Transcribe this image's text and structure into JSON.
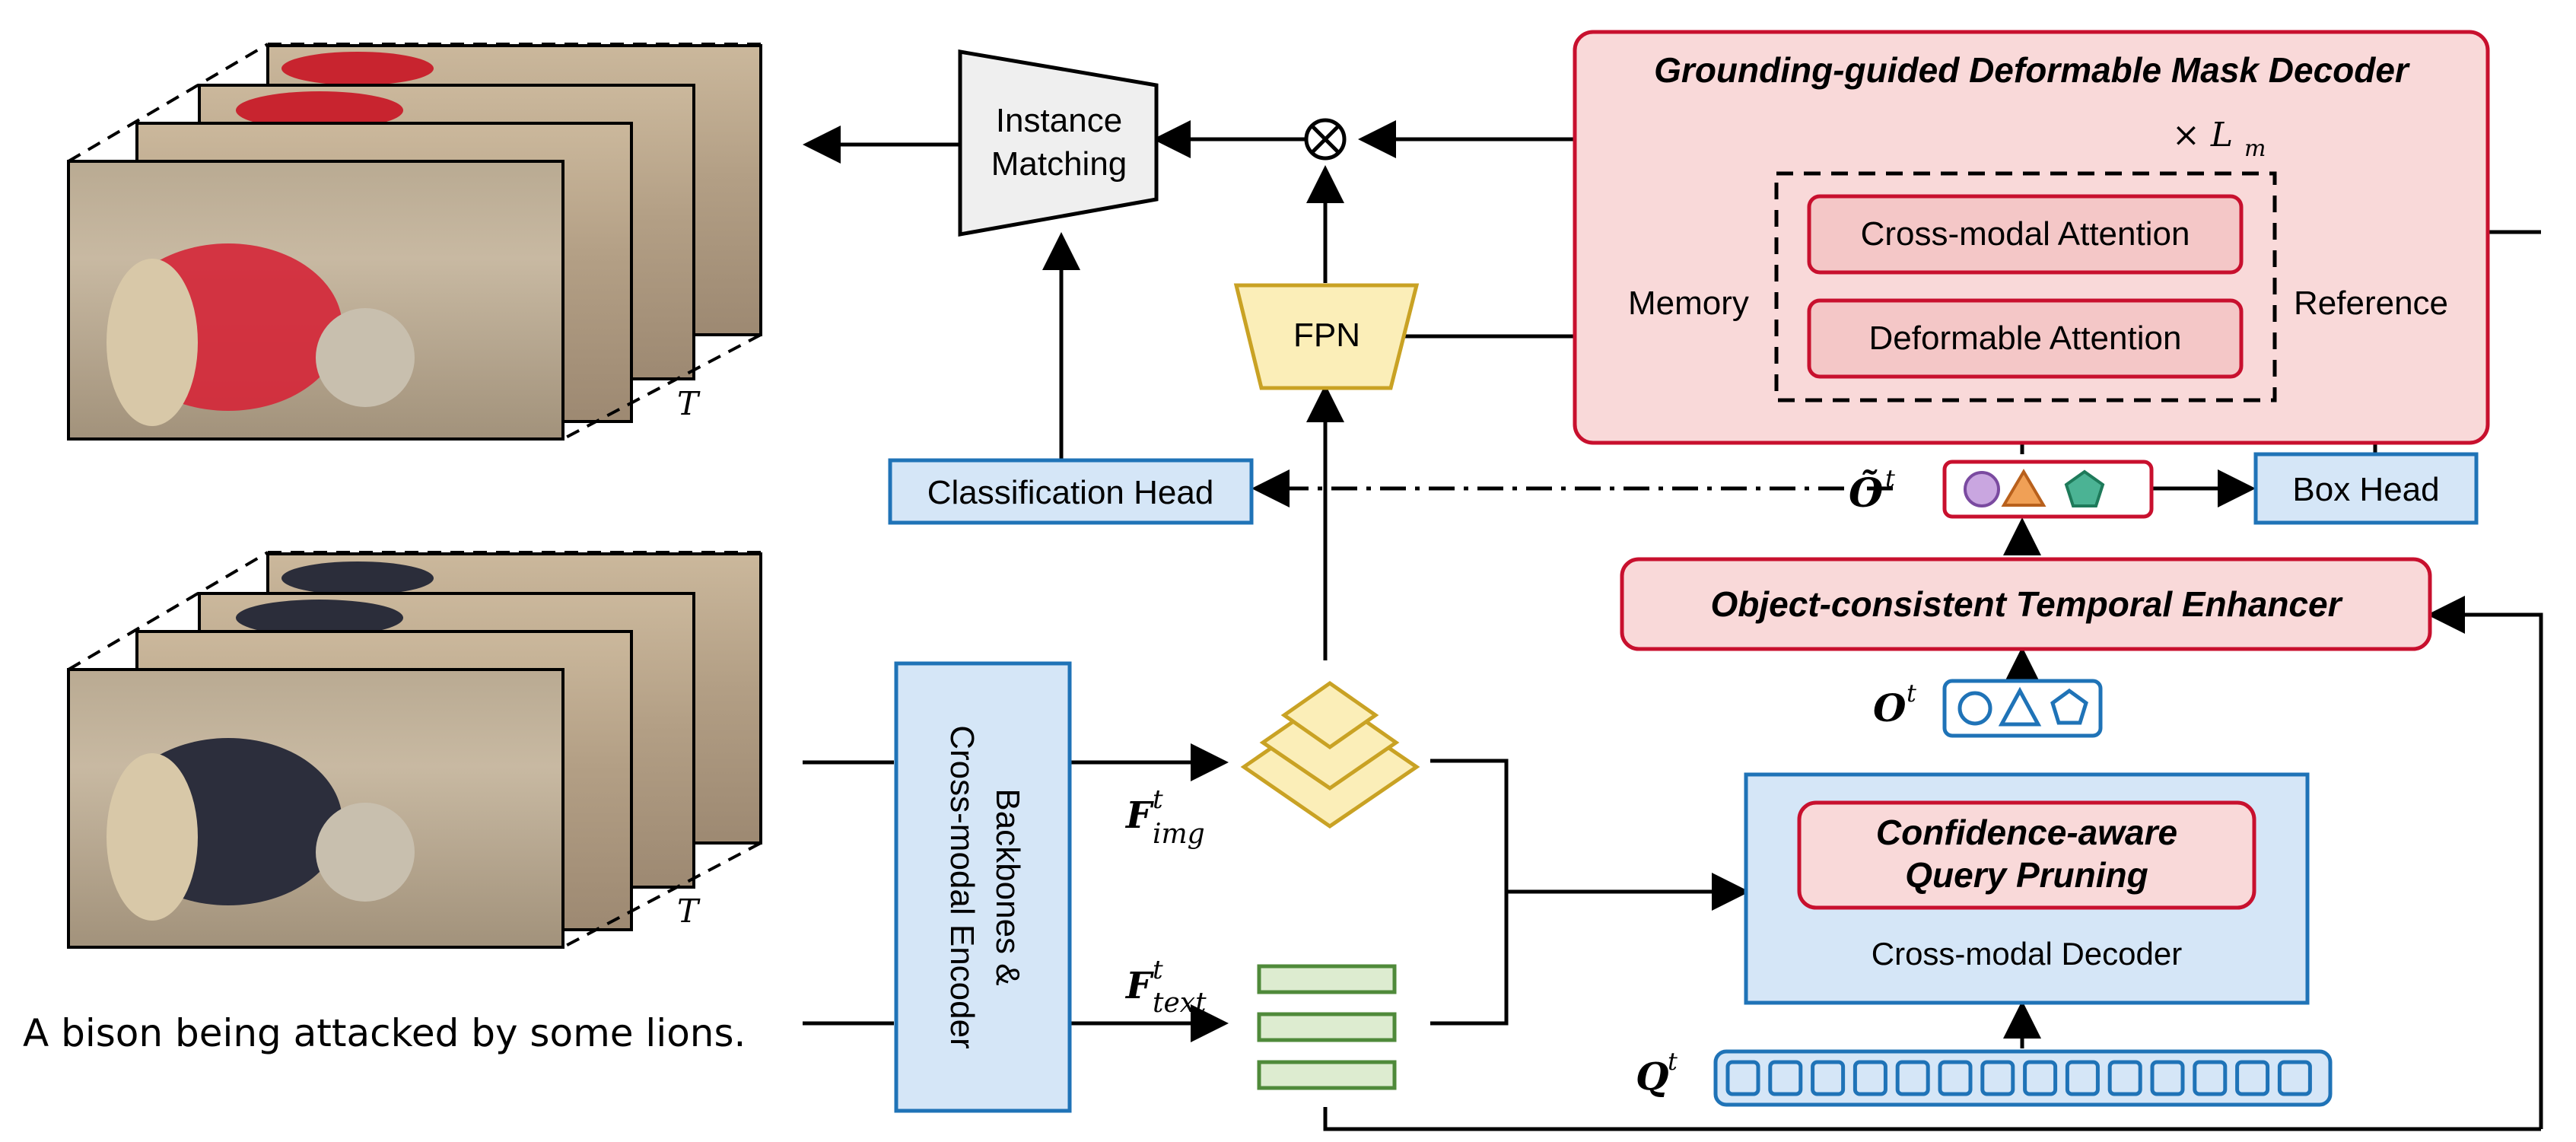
{
  "top_clip": {
    "depth_label": "T"
  },
  "bottom_clip": {
    "depth_label": "T"
  },
  "caption": "A bison being attacked by some lions.",
  "modules": {
    "instance_matching": [
      "Instance",
      "Matching"
    ],
    "fpn": "FPN",
    "classification_head": "Classification Head",
    "backbones": [
      "Backbones &",
      "Cross-modal Encoder"
    ],
    "decoder_group_title": "Grounding-guided Deformable Mask Decoder",
    "repeat_label": "× L",
    "repeat_sub": "m",
    "cross_modal_attention": "Cross-modal Attention",
    "deformable_attention": "Deformable Attention",
    "memory": "Memory",
    "reference": "Reference",
    "box_head": "Box Head",
    "temporal_enhancer": "Object-consistent Temporal Enhancer",
    "query_pruning": [
      "Confidence-aware",
      "Query Pruning"
    ],
    "cross_modal_decoder": "Cross-modal Decoder"
  },
  "symbols": {
    "o_tilde": "Õ",
    "o": "O",
    "q": "Q",
    "t_sup": "t",
    "f": "F",
    "img_sub": "img",
    "text_sub": "text"
  },
  "colors": {
    "red_stroke": "#c8102e",
    "red_fill": "#f9d9d9",
    "red_box_fill": "#f4c7c7",
    "blue_stroke": "#1f73b7",
    "blue_fill": "#d5e6f7",
    "yellow_stroke": "#c9a224",
    "yellow_fill": "#fbeeb8",
    "green_stroke": "#4f8a3a",
    "green_fill": "#ddecd0",
    "purple_fill": "#c9a6e0",
    "orange_fill": "#f0a056",
    "teal_fill": "#4bb394"
  }
}
